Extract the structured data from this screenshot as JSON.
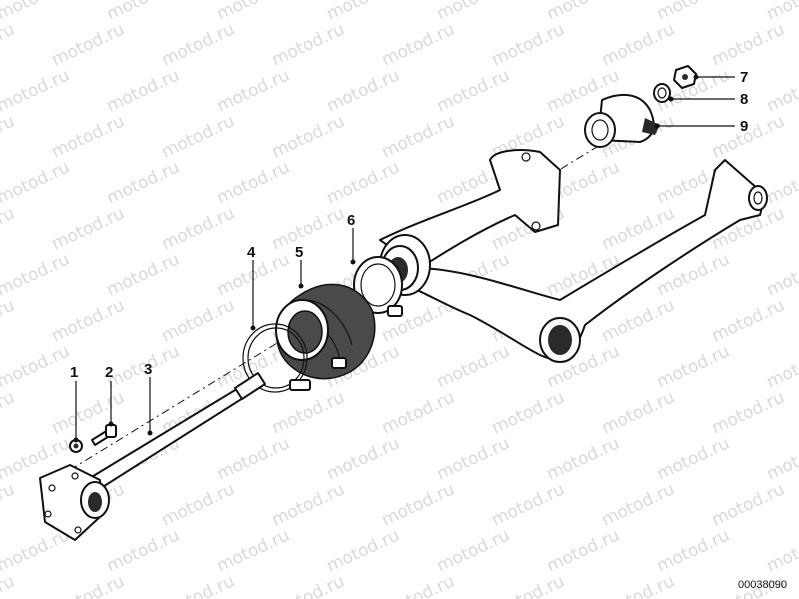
{
  "watermark": "motod.ru",
  "reference_number": "00038090",
  "callouts": [
    {
      "label": "1"
    },
    {
      "label": "2"
    },
    {
      "label": "3"
    },
    {
      "label": "4"
    },
    {
      "label": "5"
    },
    {
      "label": "6"
    },
    {
      "label": "7"
    },
    {
      "label": "8"
    },
    {
      "label": "9"
    }
  ]
}
